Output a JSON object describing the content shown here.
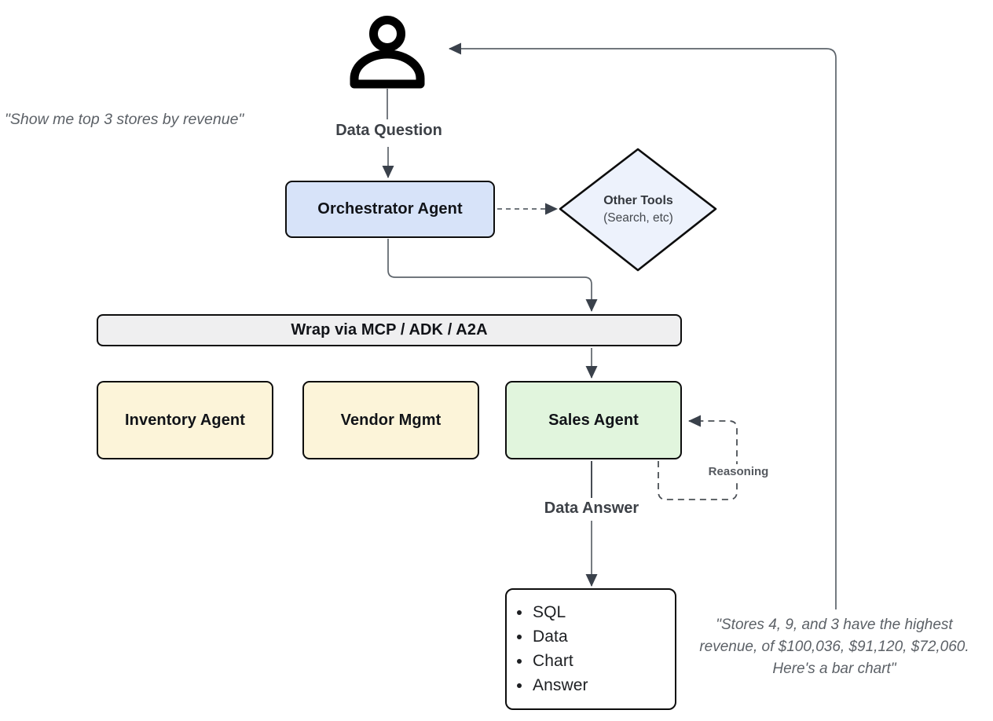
{
  "quotes": {
    "user": "\"Show me top 3 stores by revenue\"",
    "result_lines": [
      "\"Stores 4, 9, and 3 have the highest",
      "revenue, of $100,036, $91,120, $72,060.",
      "Here's a bar chart\""
    ]
  },
  "labels": {
    "data_question": "Data Question",
    "data_answer": "Data Answer",
    "reasoning": "Reasoning"
  },
  "nodes": {
    "orchestrator": "Orchestrator Agent",
    "other_tools_title": "Other Tools",
    "other_tools_subtitle": "(Search, etc)",
    "wrap_bar": "Wrap via MCP / ADK / A2A",
    "inventory": "Inventory Agent",
    "vendor": "Vendor Mgmt",
    "sales": "Sales Agent"
  },
  "output": {
    "items": [
      "SQL",
      "Data",
      "Chart",
      "Answer"
    ]
  },
  "icons": {
    "user": "user-icon"
  },
  "colors": {
    "orchestrator_fill": "#d7e3f9",
    "other_tools_fill": "#edf2fc",
    "wrap_bar_fill": "#efeff0",
    "subagent_fill": "#fcf4d9",
    "sales_fill": "#e1f5dd",
    "output_fill": "#ffffff",
    "node_border": "#0d0d0d",
    "line": "#5d646b",
    "arrowhead": "#3a414b",
    "quote_text": "#5c6167",
    "label_text": "#3d4147"
  }
}
